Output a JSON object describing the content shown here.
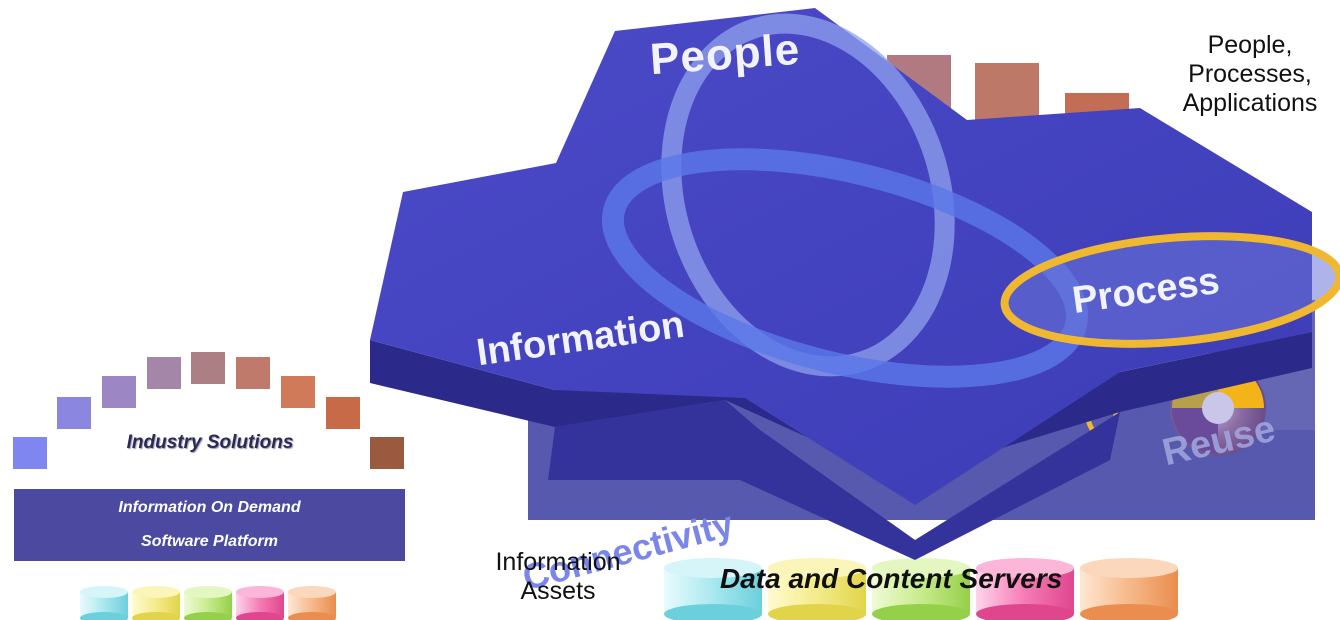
{
  "left_arch": {
    "label": "Industry Solutions",
    "colors": [
      "#7f86ef",
      "#8b87e0",
      "#9c86c4",
      "#a487a8",
      "#ac7f85",
      "#c07a6c",
      "#d07a5a",
      "#c76a48",
      "#9a5a40"
    ]
  },
  "platform": {
    "line1": "Information On Demand",
    "line2": "Software Platform",
    "color": "#4b4aa0"
  },
  "left_cylinders": [
    "#a9e8ef",
    "#f3ec8a",
    "#c8eb8c",
    "#f57bb5",
    "#f6b98a"
  ],
  "hexagon": {
    "color": "#4847c0",
    "labels": {
      "people": "People",
      "information": "Information",
      "process": "Process"
    }
  },
  "right_texts": {
    "ppa": [
      "People,",
      "Processes,",
      "Applications"
    ],
    "info_assets": [
      "Information",
      "Assets"
    ],
    "connectivity": "Connectivity",
    "reuse": "Reuse",
    "data_servers": "Data and Content Servers"
  },
  "top_bars": [
    "#b07a80",
    "#bd7868",
    "#c46d55"
  ],
  "right_cylinders": [
    "#a9e8ef",
    "#f3ec8a",
    "#c8eb8c",
    "#f57bb5",
    "#f6b98a"
  ],
  "accent": "#f0b830"
}
